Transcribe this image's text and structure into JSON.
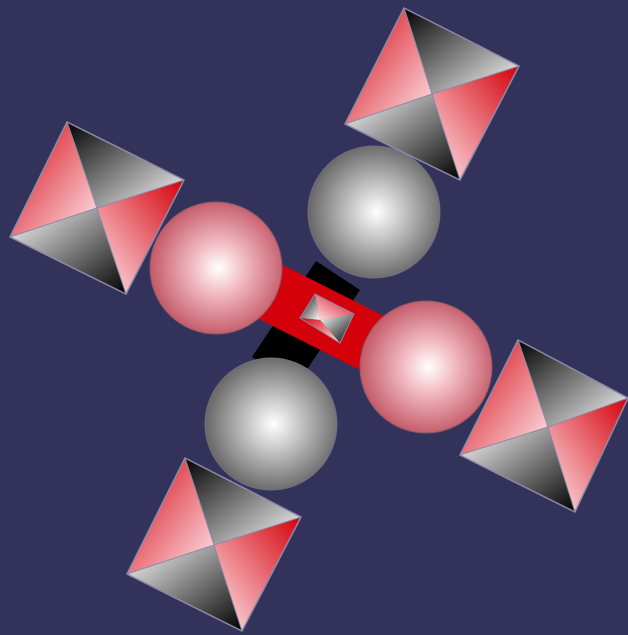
{
  "colors": {
    "background": "#33325a",
    "red": "#d4000a",
    "red_highlight": "#ffe8ee",
    "grey": "#8a8a8a",
    "grey_highlight": "#ffffff",
    "black": "#000000",
    "edge": "#8c8aa8"
  },
  "elements": {
    "octahedra": [
      "octahedron-top-right",
      "octahedron-left",
      "octahedron-right",
      "octahedron-bottom"
    ],
    "spheres": [
      "sphere-grey-top",
      "sphere-red-left",
      "sphere-red-right",
      "sphere-grey-bottom"
    ],
    "bonds": [
      "bond-black",
      "bond-red"
    ],
    "center": "center-octahedron"
  }
}
